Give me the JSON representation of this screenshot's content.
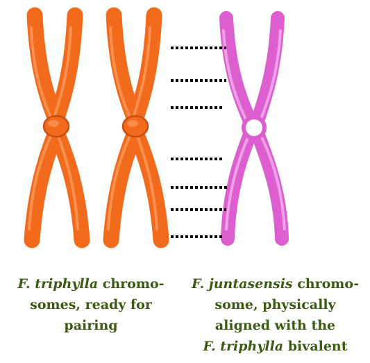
{
  "colors": {
    "orange_fill": "#f26a1b",
    "orange_dark": "#c8500f",
    "orange_highlight": "#ff9a5c",
    "pink_fill": "#dd5fcf",
    "pink_highlight": "#f2a8ea",
    "caption_green": "#3a5a12",
    "dots": "#000000"
  },
  "captions": {
    "left": {
      "species": "F. triphylla",
      "line1_rest": " chromo-",
      "line2": "somes, ready for",
      "line3": "pairing"
    },
    "right": {
      "species": "F. juntasensis",
      "line1_rest": " chromo-",
      "line2": "some, physically",
      "line3": "aligned  with the",
      "line4_species": "F. triphylla",
      "line4_rest": " bivalent"
    }
  }
}
